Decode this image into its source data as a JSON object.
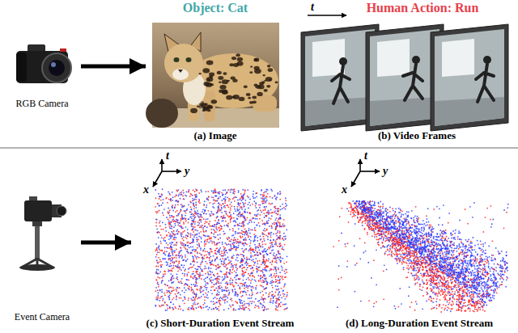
{
  "diagram": {
    "nodes": [
      {
        "text": [
          "RGB Camera"
        ]
      },
      {
        "text": [
          "Object: Cat",
          "(a) Image"
        ]
      },
      {
        "text": [
          "Human Action: Run",
          "(b) Video Frames"
        ]
      },
      {
        "text": [
          "Event Camera"
        ]
      },
      {
        "text": [
          "(c) Short-Duration Event Stream"
        ]
      },
      {
        "text": [
          "(d) Long-Duration Event Stream"
        ]
      }
    ],
    "edges": [
      {
        "from": 0,
        "to": 1,
        "arrow": "to"
      },
      {
        "from": 3,
        "to": 4,
        "arrow": "to"
      }
    ],
    "labels": [
      "t",
      "t",
      "x",
      "y",
      "t",
      "x",
      "y"
    ]
  }
}
